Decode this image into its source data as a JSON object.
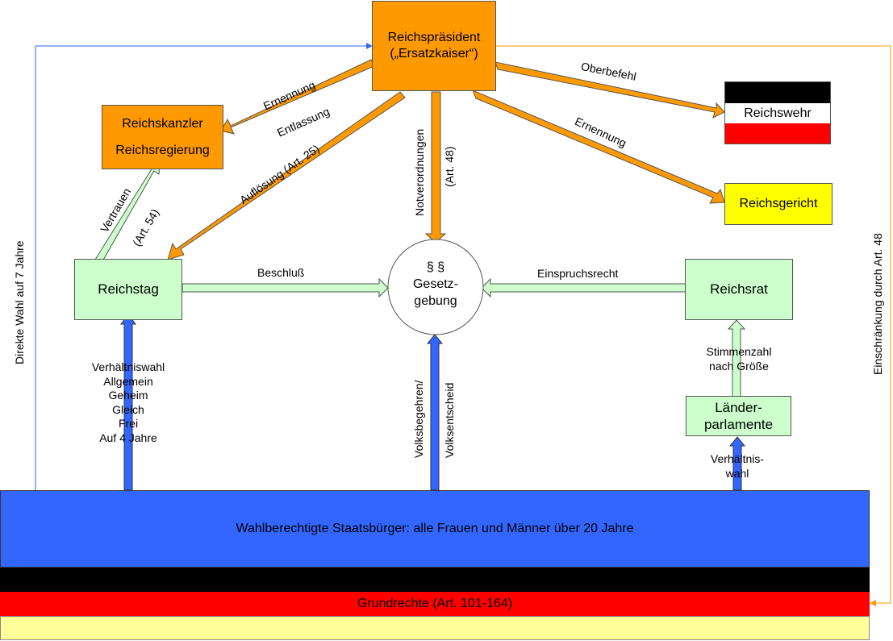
{
  "boxes": {
    "praesident_line1": "Reichspräsident",
    "praesident_line2": "(„Ersatzkaiser“)",
    "kanzler_line1": "Reichskanzler",
    "kanzler_line2": "Reichsregierung",
    "reichswehr": "Reichswehr",
    "reichsgericht": "Reichsgericht",
    "reichstag": "Reichstag",
    "gesetzgebung_line1": "§ §",
    "gesetzgebung_line2": "Gesetz-",
    "gesetzgebung_line3": "gebung",
    "reichsrat": "Reichsrat",
    "laender_line1": "Länder-",
    "laender_line2": "parlamente",
    "buerger": "Wahlberechtigte Staatsbürger: alle Frauen und Männer über 20 Jahre",
    "grundrechte": "Grundrechte (Art. 101-164)"
  },
  "labels": {
    "ernennung_kanzler": "Ernennung",
    "entlassung": "Entlassung",
    "aufloesung": "Auflösung (Art. 25)",
    "notverordnungen": "Notverordnungen",
    "art48": "(Art. 48)",
    "oberbefehl": "Oberbefehl",
    "ernennung_gericht": "Ernennung",
    "vertrauen": "Vertrauen",
    "art54": "(Art. 54)",
    "beschluss": "Beschluß",
    "einspruchsrecht": "Einspruchsrecht",
    "wahl_lines": [
      "Verhältniswahl",
      "Allgemein",
      "Geheim",
      "Gleich",
      "Frei",
      "Auf 4 Jahre"
    ],
    "volksbegehren": "Volksbegehren/",
    "volksentscheid": "Volksentscheid",
    "stimmenzahl_line1": "Stimmenzahl",
    "stimmenzahl_line2": "nach Größe",
    "verhaeltniswahl_line1": "Verhältnis-",
    "verhaeltniswahl_line2": "wahl",
    "direkte_wahl": "Direkte Wahl auf 7 Jahre",
    "einschraenkung": "Einschränkung durch Art. 48"
  },
  "colors": {
    "orange": "#ff9900",
    "green": "#ccffcc",
    "yellow": "#ffff00",
    "blue": "#3366ff",
    "black": "#000000",
    "red": "#ff0000",
    "cream": "#ffff99",
    "line_blue": "#3366ff",
    "line_orange": "#ff9900"
  }
}
